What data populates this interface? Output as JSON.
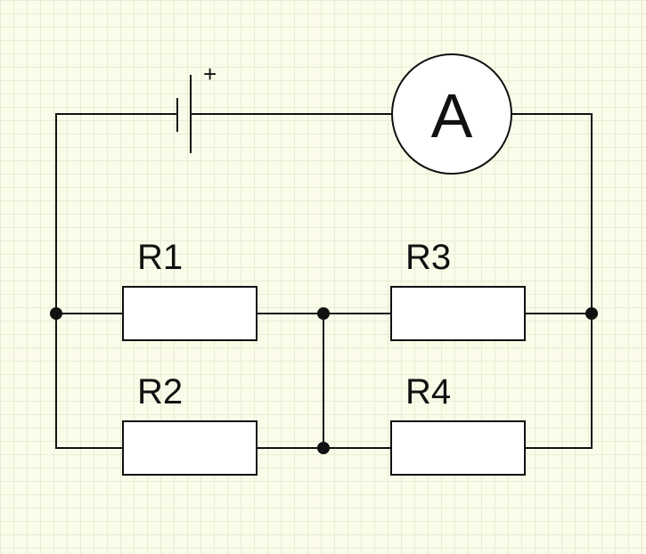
{
  "circuit": {
    "battery": {
      "polarity_mark": "+"
    },
    "ammeter": {
      "letter": "A"
    },
    "resistors": [
      {
        "label": "R1"
      },
      {
        "label": "R2"
      },
      {
        "label": "R3"
      },
      {
        "label": "R4"
      }
    ]
  }
}
